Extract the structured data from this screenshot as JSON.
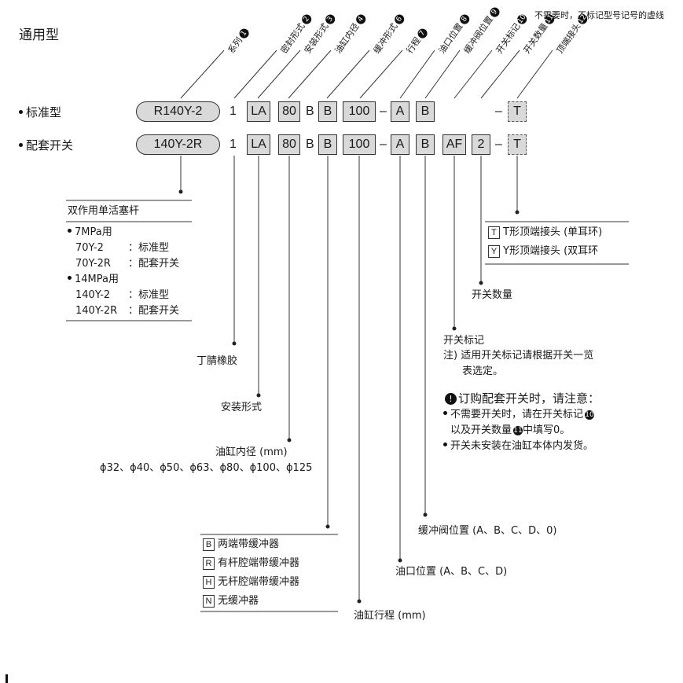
{
  "top_note": "不需要时，不标记型号记号的虚线",
  "title": "通用型",
  "row_labels": [
    "标准型",
    "配套开关"
  ],
  "series_labels": [
    {
      "text": "系列",
      "n": "1"
    },
    {
      "text": "密封形式",
      "n": "2"
    },
    {
      "text": "安装形式",
      "n": "3"
    },
    {
      "text": "油缸内径",
      "n": "4"
    },
    {
      "text": "缓冲形式",
      "n": "6"
    },
    {
      "text": "行程",
      "n": "7"
    },
    {
      "text": "油口位置",
      "n": "8"
    },
    {
      "text": "缓冲阀位置",
      "n": "9"
    },
    {
      "text": "开关标记",
      "n": "10"
    },
    {
      "text": "开关数量",
      "n": "11"
    },
    {
      "text": "顶端接头",
      "n": "12"
    }
  ],
  "row1": {
    "pill": "R140Y-2",
    "seal": "1",
    "mount": "LA",
    "bore": "80",
    "b_sep": "B",
    "cushion": "B",
    "stroke": "100",
    "dash": "–",
    "port": "A",
    "valve": "B",
    "dash2": "–",
    "end": "T"
  },
  "row2": {
    "pill": "140Y-2R",
    "seal": "1",
    "mount": "LA",
    "bore": "80",
    "b_sep": "B",
    "cushion": "B",
    "stroke": "100",
    "dash": "–",
    "port": "A",
    "valve": "B",
    "switch_mark": "AF",
    "switch_qty": "2",
    "dash2": "–",
    "end": "T"
  },
  "series_block": {
    "header": "双作用单活塞杆",
    "group1": "7MPa用",
    "g1_items": [
      {
        "code": "70Y-2",
        "desc": "：标准型"
      },
      {
        "code": "70Y-2R",
        "desc": "：配套开关"
      }
    ],
    "group2": "14MPa用",
    "g2_items": [
      {
        "code": "140Y-2",
        "desc": "：标准型"
      },
      {
        "code": "140Y-2R",
        "desc": "：配套开关"
      }
    ]
  },
  "seal_label": "丁腈橡胶",
  "mount_label": "安装形式",
  "bore_label": "油缸内径 (mm)",
  "bore_values": "ϕ32、ϕ40、ϕ50、ϕ63、ϕ80、ϕ100、ϕ125",
  "cushion_options": [
    {
      "code": "B",
      "desc": "两端带缓冲器"
    },
    {
      "code": "R",
      "desc": "有杆腔端带缓冲器"
    },
    {
      "code": "H",
      "desc": "无杆腔端带缓冲器"
    },
    {
      "code": "N",
      "desc": "无缓冲器"
    }
  ],
  "stroke_label": "油缸行程 (mm)",
  "port_label": "油口位置 (A、B、C、D)",
  "valve_label": "缓冲阀位置 (A、B、C、D、0)",
  "switch_mark_label": "开关标记",
  "switch_mark_note1": "注) 适用开关标记请根据开关一览",
  "switch_mark_note2": "表选定。",
  "switch_qty_label": "开关数量",
  "end_options": [
    {
      "code": "T",
      "desc": "T形顶端接头 (单耳环)"
    },
    {
      "code": "Y",
      "desc": "Y形顶端接头 (双耳环"
    }
  ],
  "caution_title": "订购配套开关时，请注意：",
  "caution_1a": "不需要开关时，请在开关标记",
  "caution_1a_n": "10",
  "caution_1b": "以及开关数量",
  "caution_1b_n": "11",
  "caution_1b_tail": "中填写0。",
  "caution_2": "开关未安装在油缸本体内发货。"
}
